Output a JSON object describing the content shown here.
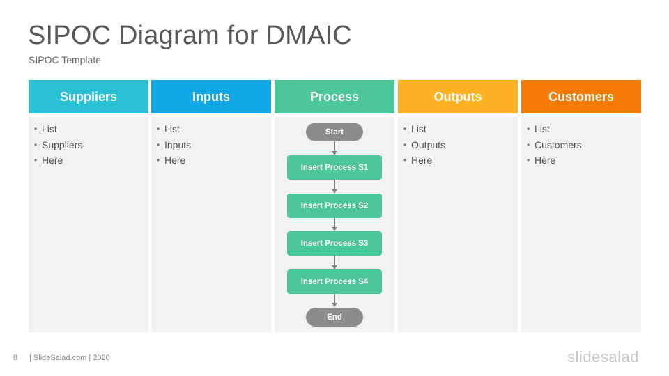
{
  "slide": {
    "title": "SIPOC Diagram for DMAIC",
    "subtitle": "SIPOC Template",
    "page_number": "8",
    "footer": "| SlideSalad.com | 2020",
    "logo": "slidesalad"
  },
  "columns": [
    {
      "header": "Suppliers",
      "color": "#29c1d3",
      "items": [
        "List",
        "Suppliers",
        "Here"
      ]
    },
    {
      "header": "Inputs",
      "color": "#12a7e5",
      "items": [
        "List",
        "Inputs",
        "Here"
      ]
    },
    {
      "header": "Process",
      "color": "#4bc79a"
    },
    {
      "header": "Outputs",
      "color": "#fbb122",
      "items": [
        "List",
        "Outputs",
        "Here"
      ]
    },
    {
      "header": "Customers",
      "color": "#f67c0a",
      "items": [
        "List",
        "Customers",
        "Here"
      ]
    }
  ],
  "process": {
    "start": "Start",
    "steps": [
      "Insert Process S1",
      "Insert Process S2",
      "Insert Process S3",
      "Insert Process S4"
    ],
    "end": "End"
  }
}
